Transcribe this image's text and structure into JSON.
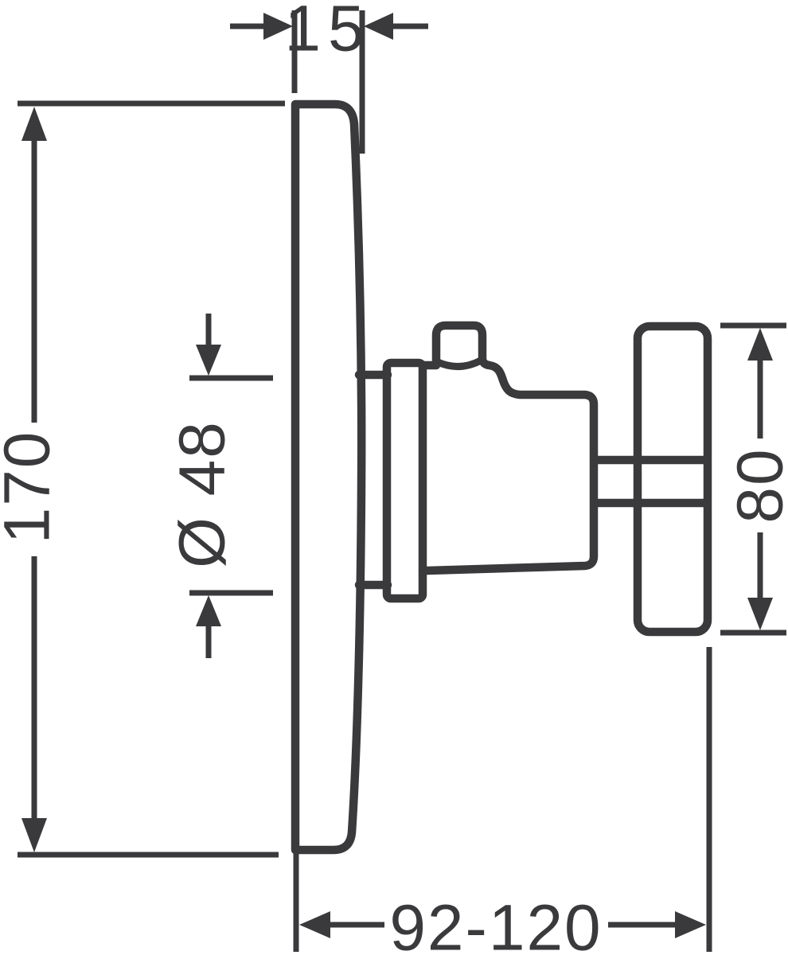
{
  "drawing": {
    "line_color": "#3a3a3c",
    "background_color": "#ffffff",
    "dimensions": {
      "plate_thickness": "15",
      "plate_height": "170",
      "sleeve_diameter": "Ø 48",
      "handle_height": "80",
      "installation_depth_range": "92-120"
    }
  }
}
